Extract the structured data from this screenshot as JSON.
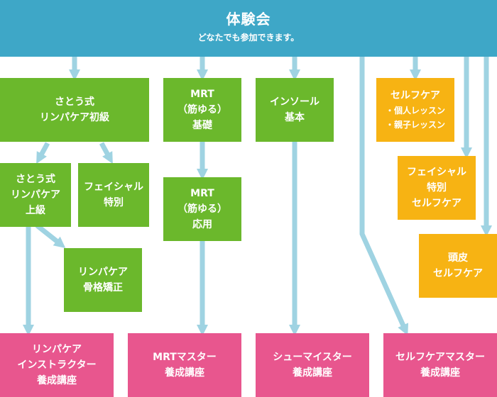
{
  "header": {
    "title": "体験会",
    "subtitle": "どなたでも参加できます。"
  },
  "green": {
    "sato_basic": [
      "さとう式",
      "リンパケア初級"
    ],
    "sato_advanced": [
      "さとう式",
      "リンパケア",
      "上級"
    ],
    "facial": [
      "フェイシャル",
      "特別"
    ],
    "lymph_skeletal": [
      "リンパケア",
      "骨格矯正"
    ],
    "mrt_basic": [
      "MRT",
      "（筋ゆる）",
      "基礎"
    ],
    "mrt_applied": [
      "MRT",
      "（筋ゆる）",
      "応用"
    ],
    "insole": [
      "インソール",
      "基本"
    ]
  },
  "orange": {
    "selfcare": {
      "title": "セルフケア",
      "items": [
        "・個人レッスン",
        "・親子レッスン"
      ]
    },
    "facial_self": [
      "フェイシャル",
      "特別",
      "セルフケア"
    ],
    "scalp": [
      "頭皮",
      "セルフケア"
    ]
  },
  "pink": {
    "lymph_instructor": [
      "リンパケア",
      "インストラクター",
      "養成講座"
    ],
    "mrt_master": [
      "MRTマスター",
      "養成講座"
    ],
    "shoe_meister": [
      "シューマイスター",
      "養成講座"
    ],
    "selfcare_master": [
      "セルフケアマスター",
      "養成講座"
    ]
  },
  "colors": {
    "header": "#3ea7c7",
    "arrow": "#9fd3e2",
    "green": "#6bb82c",
    "orange": "#f7b313",
    "pink": "#e8568e"
  }
}
